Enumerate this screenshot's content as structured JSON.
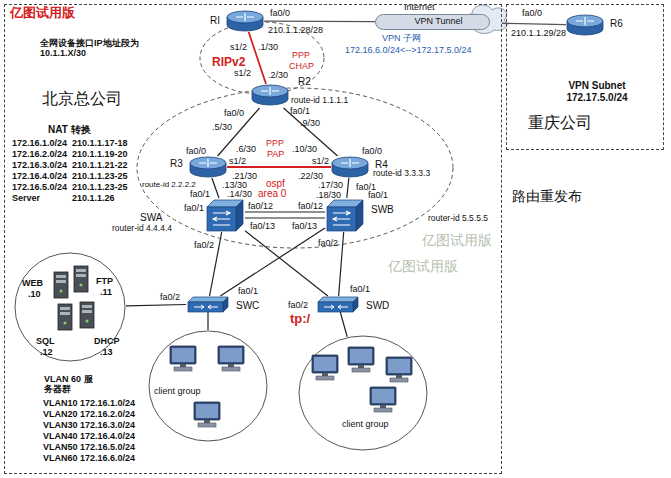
{
  "diagram": {
    "nodes": [
      {
        "text": [
          "北京总公司"
        ]
      },
      {
        "text": [
          "重庆公司"
        ]
      },
      {
        "text": [
          "RI"
        ],
        "in": 0
      },
      {
        "text": [
          "VPN Tunnel"
        ],
        "in": 0
      },
      {
        "text": [
          "R6"
        ],
        "in": 1
      },
      {
        "text": [
          "R2",
          "route-id 1.1.1.1"
        ],
        "in": 0
      },
      {
        "text": [
          "R3",
          "route-id 2.2.2.2"
        ],
        "in": 0
      },
      {
        "text": [
          "R4",
          "route-id 3.3.3.3"
        ],
        "in": 0
      },
      {
        "text": [
          "SWA",
          "router-id 4.4.4.4"
        ],
        "in": 0
      },
      {
        "text": [
          "SWB",
          "router-id 5.5.5.5"
        ],
        "in": 0
      },
      {
        "text": [
          "SWC"
        ],
        "in": 0
      },
      {
        "text": [
          "SWD"
        ],
        "in": 0
      },
      {
        "text": [
          "WEB",
          ".10",
          "FTP",
          ".11",
          "SQL",
          ".12",
          "DHCP",
          ".13"
        ],
        "in": 0
      },
      {
        "text": [
          "client group"
        ],
        "in": 0
      },
      {
        "text": [
          "client group"
        ],
        "in": 0
      }
    ],
    "edges": [
      {
        "from": 2,
        "to": 5,
        "arrow": "none"
      },
      {
        "from": 2,
        "to": 3,
        "arrow": "none"
      },
      {
        "from": 3,
        "to": 4,
        "arrow": "none"
      },
      {
        "from": 5,
        "to": 6,
        "arrow": "none"
      },
      {
        "from": 5,
        "to": 7,
        "arrow": "none"
      },
      {
        "from": 6,
        "to": 7,
        "arrow": "none"
      },
      {
        "from": 6,
        "to": 8,
        "arrow": "none"
      },
      {
        "from": 7,
        "to": 9,
        "arrow": "none"
      },
      {
        "from": 8,
        "to": 9,
        "arrow": "none"
      },
      {
        "from": 8,
        "to": 10,
        "arrow": "none"
      },
      {
        "from": 8,
        "to": 11,
        "arrow": "none"
      },
      {
        "from": 9,
        "to": 10,
        "arrow": "none"
      },
      {
        "from": 9,
        "to": 11,
        "arrow": "none"
      },
      {
        "from": 10,
        "to": 12,
        "arrow": "none"
      },
      {
        "from": 10,
        "to": 13,
        "arrow": "none"
      },
      {
        "from": 11,
        "to": 14,
        "arrow": "none"
      }
    ],
    "labels": [
      "亿图试用版",
      "Internet",
      "fa0/0",
      "210.1.1.28/28",
      "全网设备接口IP地址段为 10.1.1.X/30",
      "VPN 子网",
      "172.16.6.0/24<-->172.17.5.0/24",
      "fa0/0",
      "210.1.1.29/28",
      "VPN Subnet 172.17.5.0/24",
      "s1/2",
      ".1/30",
      "RIPv2",
      "PPP",
      "CHAP",
      "s1/2",
      ".2/30",
      "fa0/0",
      ".5/30",
      "fa0/1",
      ".9/30",
      "NAT 转换",
      "172.16.1.0/24",
      "210.1.1.17-18",
      "172.16.2.0/24",
      "210.1.1.19-20",
      "172.16.3.0/24",
      "210.1.1.21-22",
      "172.16.4.0/24",
      "210.1.1.23-25",
      "172.16.5.0/24",
      "210.1.1.23-25",
      "Server",
      "210.1.1.26",
      "fa0/0",
      ".6/30",
      "PPP",
      "PAP",
      ".10/30",
      "fa0/0",
      "s1/2",
      "s1/2",
      ".21/30",
      ".22/30",
      "ospf",
      "area 0",
      "fa0/1",
      ".13/30",
      "路由重发布",
      "fa0/1",
      ".17/30",
      ".14/30",
      ".18/30",
      "fa0/1",
      "fa0/12",
      "fa0/12",
      "fa0/1",
      "fa0/13",
      "fa0/13",
      "亿图试用版",
      "fa0/2",
      "fa0/2",
      "fa0/1",
      "fa0/2",
      "tp:/",
      "fa0/2",
      "fa0/1",
      "VLAN 60 服务器群",
      "VLAN10 172.16.1.0/24",
      "VLAN20 172.16.2.0/24",
      "VLAN30 172.16.3.0/24",
      "VLAN40 172.16.4.0/24",
      "VLAN50 172.16.5.0/24",
      "VLAN60 172.16.6.0/24",
      "亿图试用版"
    ]
  }
}
